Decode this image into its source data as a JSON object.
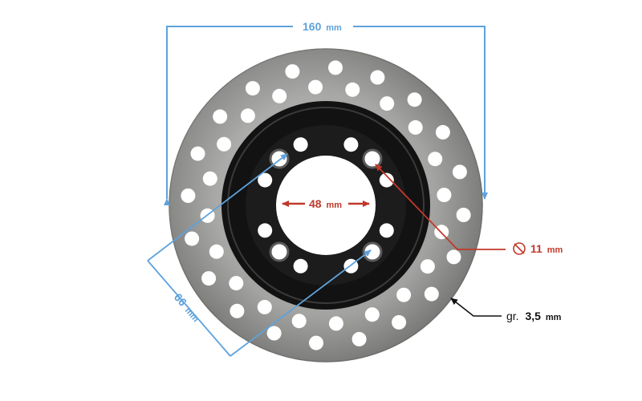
{
  "diagram": {
    "subject": "brake disc",
    "dimensions": {
      "outer_diameter": {
        "value": "160",
        "unit": "mm"
      },
      "center_bore": {
        "value": "48",
        "unit": "mm"
      },
      "bolt_circle": {
        "value": "66",
        "unit": "mm"
      },
      "bolt_hole": {
        "symbol": "⃠",
        "value": "11",
        "unit": "mm"
      },
      "thickness": {
        "prefix": "gr.",
        "value": "3,5",
        "unit": "mm"
      }
    },
    "colors": {
      "dimension_blue": "#5ea2dc",
      "dimension_red": "#c0392b",
      "rotor_steel": "#9c9c9a",
      "hub_black": "#121212"
    }
  }
}
